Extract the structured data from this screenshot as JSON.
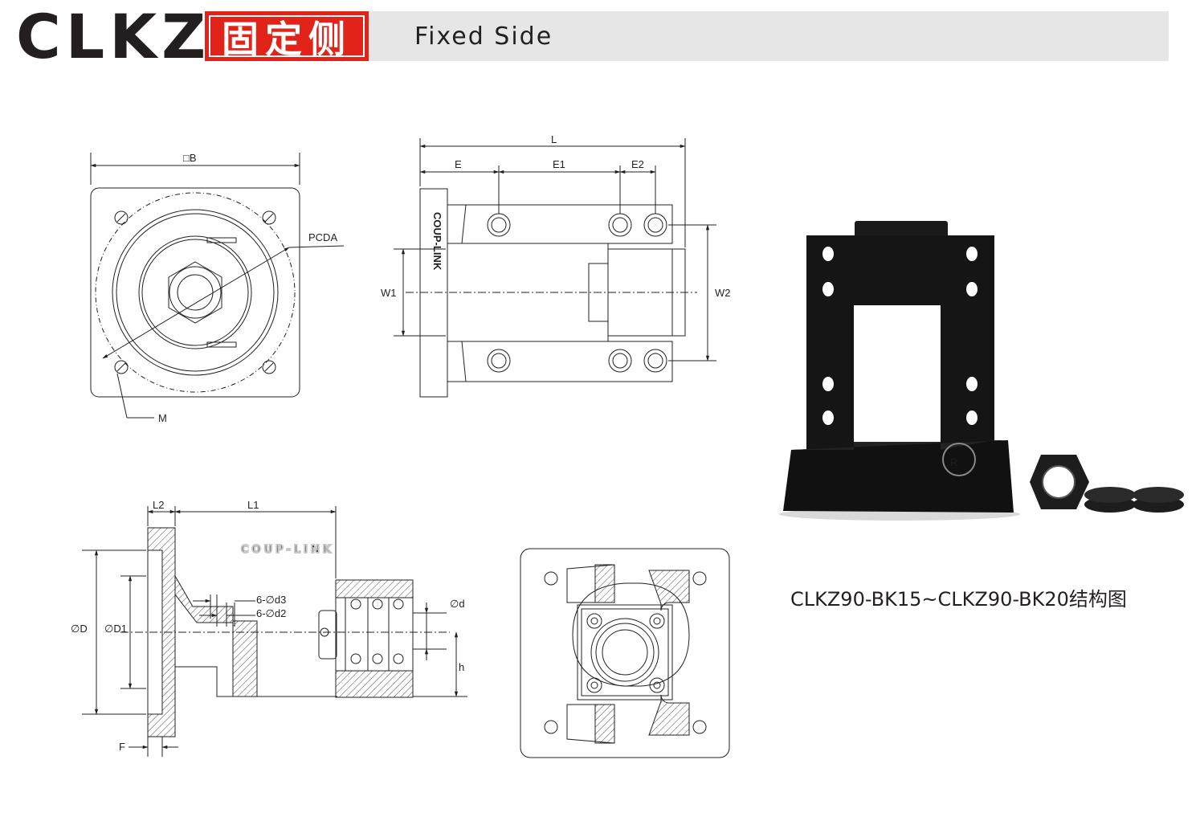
{
  "header": {
    "brand": "CLKZ",
    "title_cn": "固定侧",
    "title_en": "Fixed Side"
  },
  "watermark": "COUP-LINK",
  "caption": "CLKZ90-BK15~CLKZ90-BK20结构图",
  "front_view": {
    "labels": {
      "b": "□B",
      "pcda": "PCDA",
      "m": "M"
    }
  },
  "side_view": {
    "labels": {
      "l": "L",
      "e": "E",
      "e1": "E1",
      "e2": "E2",
      "w1": "W1",
      "w2": "W2"
    },
    "brand_mark": "COUP-LINK"
  },
  "section_view": {
    "labels": {
      "l2": "L2",
      "l1": "L1",
      "d3": "6-∅d3",
      "d2": "6-∅d2",
      "d": "∅d",
      "od": "∅D",
      "od1": "∅D1",
      "h": "h",
      "f": "F"
    }
  },
  "colors": {
    "accent": "#e2231a",
    "header_bar": "#e6e6e6",
    "ink": "#231f20"
  }
}
